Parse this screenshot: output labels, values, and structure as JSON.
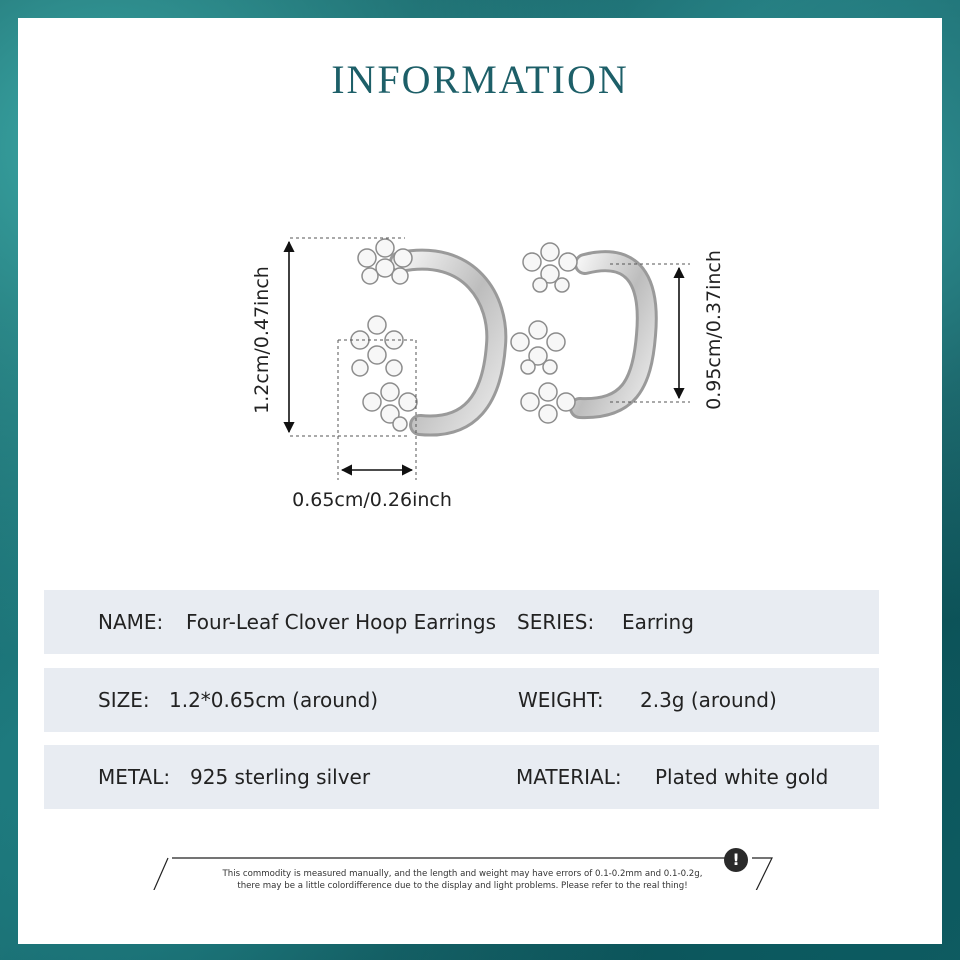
{
  "header": {
    "title": "INFORMATION"
  },
  "dimensions": {
    "height": "1.2cm/0.47inch",
    "width": "0.65cm/0.26inch",
    "inner_height": "0.95cm/0.37inch"
  },
  "specs": {
    "name_label": "NAME:",
    "name_value": "Four-Leaf Clover Hoop Earrings",
    "series_label": "SERIES:",
    "series_value": "Earring",
    "size_label": "SIZE:",
    "size_value": "1.2*0.65cm (around)",
    "weight_label": "WEIGHT:",
    "weight_value": "2.3g (around)",
    "metal_label": "METAL:",
    "metal_value": "925 sterling silver",
    "material_label": "MATERIAL:",
    "material_value": "Plated white gold"
  },
  "disclaimer": {
    "line1": "This commodity is measured manually, and the length and weight may have errors of 0.1-0.2mm and 0.1-0.2g,",
    "line2": "there may be a little colordifference due to the display and light problems. Please refer to the real thing!",
    "icon": "exclamation-icon"
  },
  "colors": {
    "title": "#1d5f68",
    "row_bg": "#e8ecf2",
    "frame": "#0e4a4f"
  }
}
